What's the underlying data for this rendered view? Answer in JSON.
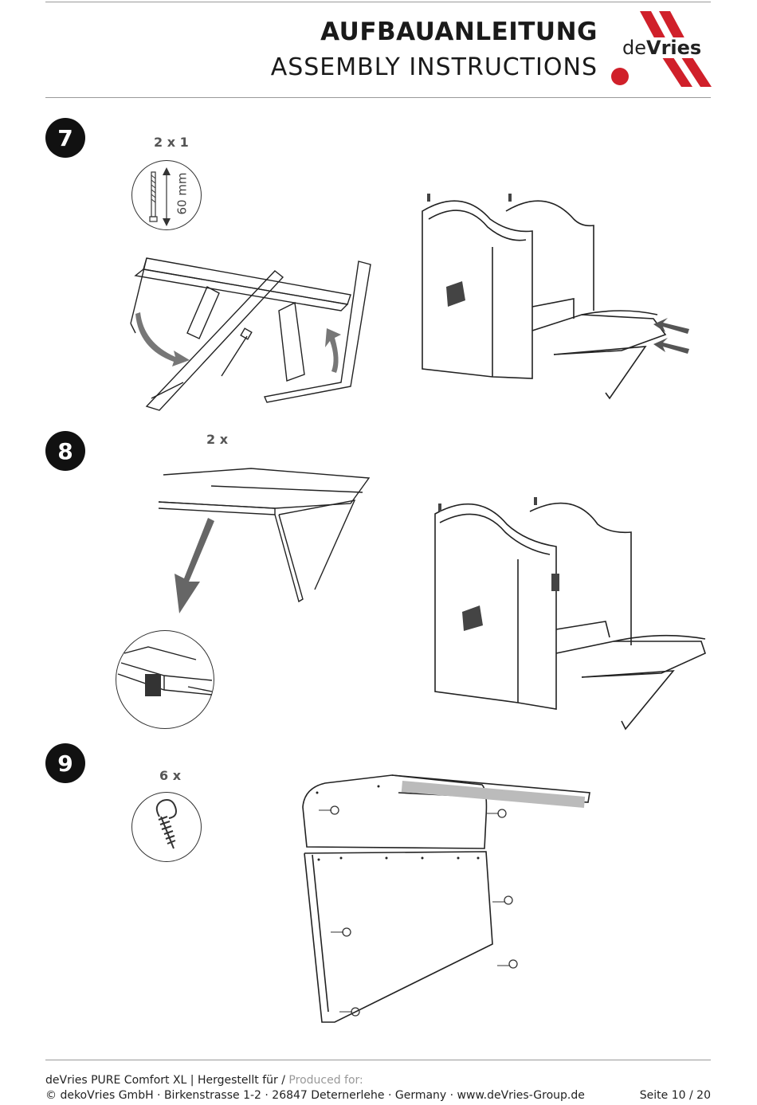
{
  "header": {
    "title_de": "AUFBAUANLEITUNG",
    "title_en": "ASSEMBLY INSTRUCTIONS",
    "logo_text_prefix": "de",
    "logo_text_bold": "Vries",
    "brand_red": "#d0202a"
  },
  "steps": [
    {
      "number": "7",
      "quantity": "2 x 1",
      "part_label": "60 mm",
      "part_icon": "bolt-icon"
    },
    {
      "number": "8",
      "quantity": "2 x"
    },
    {
      "number": "9",
      "quantity": "6 x",
      "part_icon": "screw-hook-icon"
    }
  ],
  "footer": {
    "product": "deVries PURE Comfort XL | Hergestellt für / ",
    "produced_for": "Produced for:",
    "address": "© dekoVries GmbH · Birkenstrasse 1-2 · 26847 Detern­erlehe · Germany · www.deVries-Group.de",
    "page": "Seite 10 / 20"
  }
}
